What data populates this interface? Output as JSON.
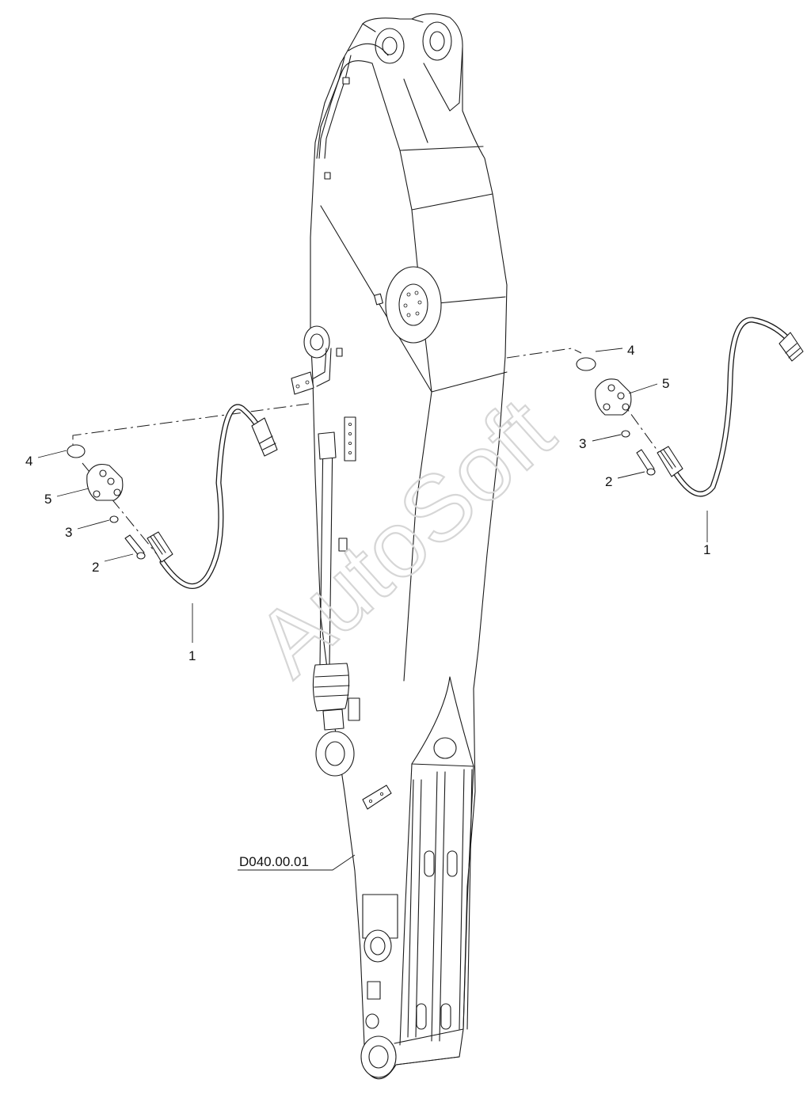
{
  "watermark": "AutoSoft",
  "reference_label": "D040.00.01",
  "callouts": {
    "left": {
      "hose": "1",
      "bolt": "2",
      "washer": "3",
      "oring": "4",
      "flange": "5"
    },
    "right": {
      "hose": "1",
      "bolt": "2",
      "washer": "3",
      "oring": "4",
      "flange": "5"
    }
  }
}
